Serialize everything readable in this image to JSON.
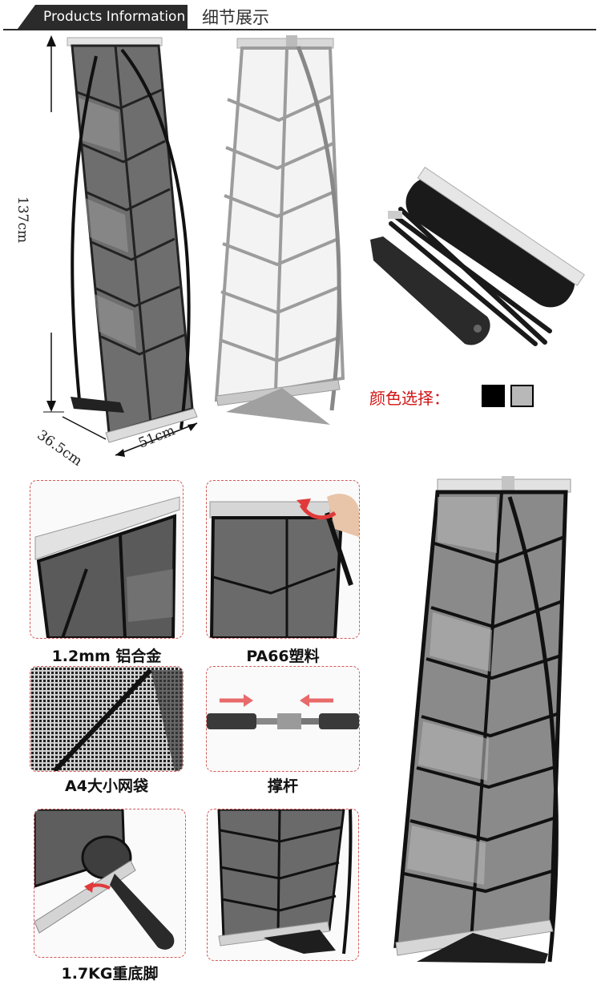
{
  "header": {
    "tab_label": "Products Information",
    "title_cn": "细节展示"
  },
  "dimensions": {
    "height": "137cm",
    "depth": "36.5cm",
    "width": "51cm"
  },
  "color_select": {
    "label": "颜色选择：",
    "options": [
      "#000000",
      "#b8b8b8"
    ]
  },
  "details": [
    {
      "caption": "1.2mm 铝合金"
    },
    {
      "caption": "PA66塑料"
    },
    {
      "caption": "A4大小网袋"
    },
    {
      "caption": "撑杆"
    },
    {
      "caption": "1.7KG重底脚"
    }
  ]
}
